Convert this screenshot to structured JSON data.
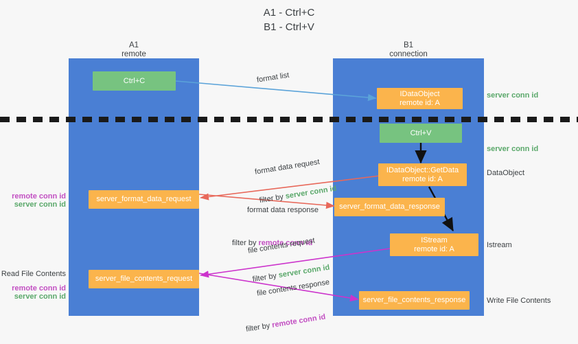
{
  "title": "A1 - Ctrl+C\nB1 - Ctrl+V",
  "colors": {
    "lane": "#4a7fd4",
    "green_box": "#77c380",
    "orange_box": "#fbb44c",
    "server_conn_id": "#5aa86a",
    "remote_conn_id": "#c24fc2",
    "arrow_blue": "#5ba3d9",
    "arrow_red": "#e8685a",
    "arrow_magenta": "#cc33cc",
    "arrow_black": "#000000",
    "divider": "#1a1a1a",
    "background": "#f7f7f7"
  },
  "lanes": [
    {
      "id": "a1",
      "title": "A1\nremote"
    },
    {
      "id": "b1",
      "title": "B1\nconnection"
    }
  ],
  "nodes": {
    "ctrl_c": "Ctrl+C",
    "ctrl_v": "Ctrl+V",
    "idataobject": "IDataObject\nremote id: A",
    "idataobject_getdata": "IDataObject::GetData\nremote id: A",
    "istream": "IStream\nremote id: A",
    "server_format_data_request": "server_format_data_request",
    "server_format_data_response": "server_format_data_response",
    "server_file_contents_request": "server_file_contents_request",
    "server_file_contents_response": "server_file_contents_response"
  },
  "edge_labels": {
    "format_list": "format list",
    "format_data_request": "format data request",
    "format_data_request_filter_prefix": "filter by ",
    "format_data_request_filter_value": "server conn id",
    "format_data_response": "format data response",
    "format_data_response_filter_prefix": "filter by ",
    "format_data_response_filter_value": "remote conn id",
    "file_contents_request": "file contents request",
    "file_contents_request_filter_prefix": "filter by ",
    "file_contents_request_filter_value": "server conn id",
    "file_contents_response": "file contents response",
    "file_contents_response_filter_prefix": "filter by ",
    "file_contents_response_filter_value": "remote conn id"
  },
  "right_annotations": {
    "server_conn_id_1": "server conn id",
    "server_conn_id_2": "server conn id",
    "dataobject": "DataObject",
    "istream": "Istream",
    "write_file_contents": "Write File Contents"
  },
  "left_annotations": {
    "remote_conn_id_1": "remote conn id",
    "server_conn_id_1": "server conn id",
    "read_file_contents": "Read File Contents",
    "remote_conn_id_2": "remote conn id",
    "server_conn_id_2": "server conn id"
  }
}
